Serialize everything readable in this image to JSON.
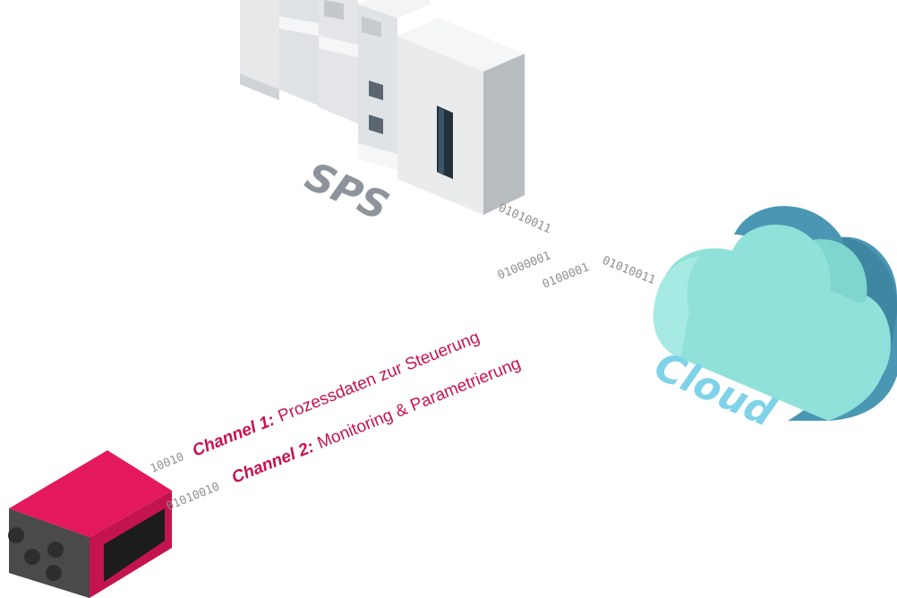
{
  "colors": {
    "plc_front": "#e5e7e9",
    "plc_side": "#b9bec3",
    "plc_top": "#f3f4f5",
    "plc_label": "#8d949b",
    "cloud_front": "#8fe1d9",
    "cloud_side": "#4a97b4",
    "cloud_label": "#7fd3e8",
    "device_top": "#e3195c",
    "device_body": "#4a4a4a",
    "channel_text": "#c8124f",
    "bits": "#8e8e8e"
  },
  "diagram": {
    "plc": {
      "label": "SPS",
      "icon": "plc-controller-icon"
    },
    "cloud": {
      "label": "Cloud",
      "icon": "cloud-icon"
    },
    "device": {
      "icon": "io-link-device-icon"
    },
    "bits": {
      "sps_line": "01010011",
      "channel1_end": "01000001",
      "cloud_line_a": "0100001",
      "cloud_line_b": "01010011",
      "device_line1": "10010",
      "device_line2": "01010010"
    },
    "channel1": {
      "prefix": "Channel 1:",
      "text": "Prozessdaten zur Steuerung"
    },
    "channel2": {
      "prefix": "Channel 2:",
      "text": "Monitoring & Parametrierung"
    }
  }
}
